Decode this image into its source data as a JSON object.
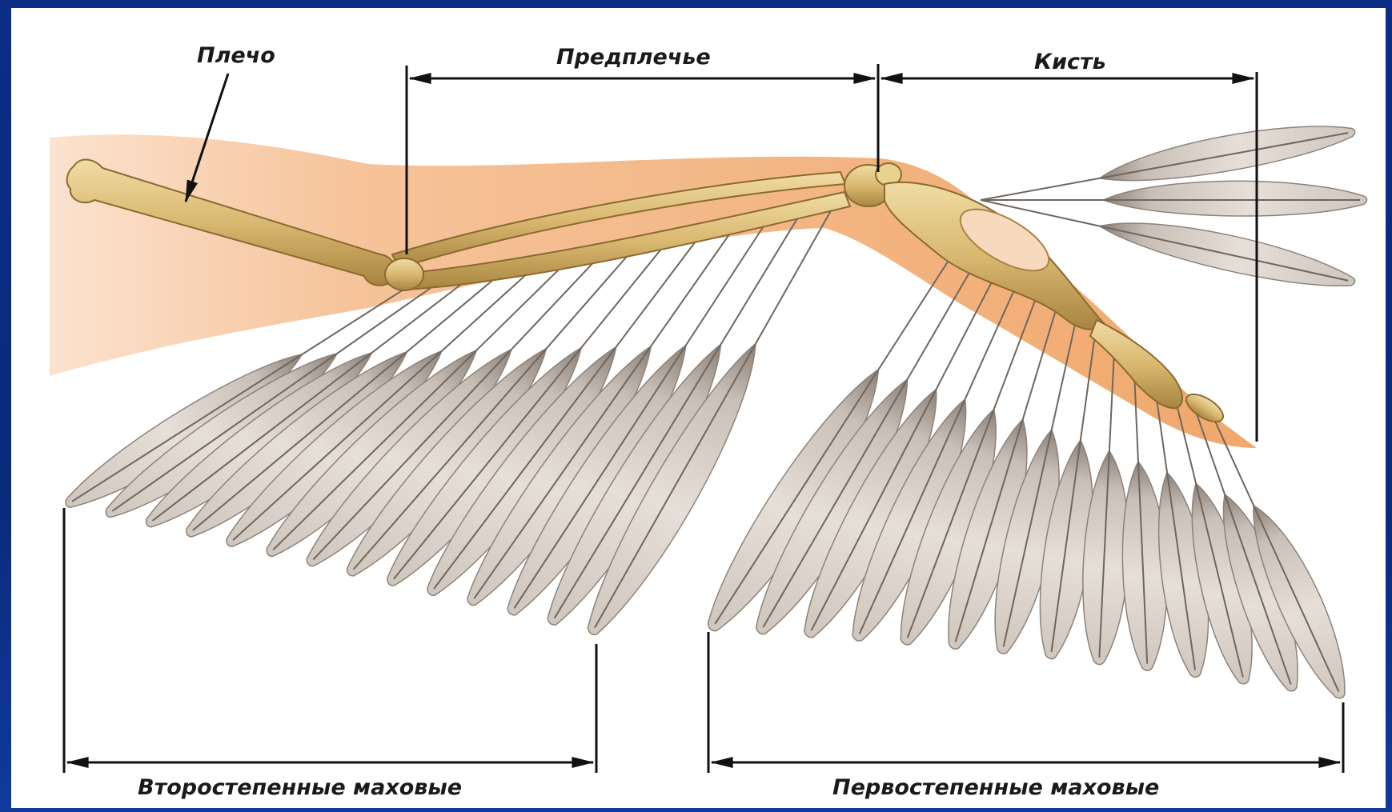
{
  "labels": {
    "upper_arm": "Плечо",
    "forearm": "Предплечье",
    "hand": "Кисть",
    "secondary_flight_feathers": "Второстепенные маховые",
    "primary_flight_feathers": "Первостепенные маховые"
  },
  "colors": {
    "frame_blue": "#0a2a7a",
    "skin": "#f2b27a",
    "bone": "#d9b870",
    "feather": "#d6cdc4",
    "feather_dark": "#7a6f66",
    "line": "#111111"
  },
  "counts": {
    "secondary_feathers": 14,
    "primary_feathers": 14,
    "alula_feathers": 3
  }
}
